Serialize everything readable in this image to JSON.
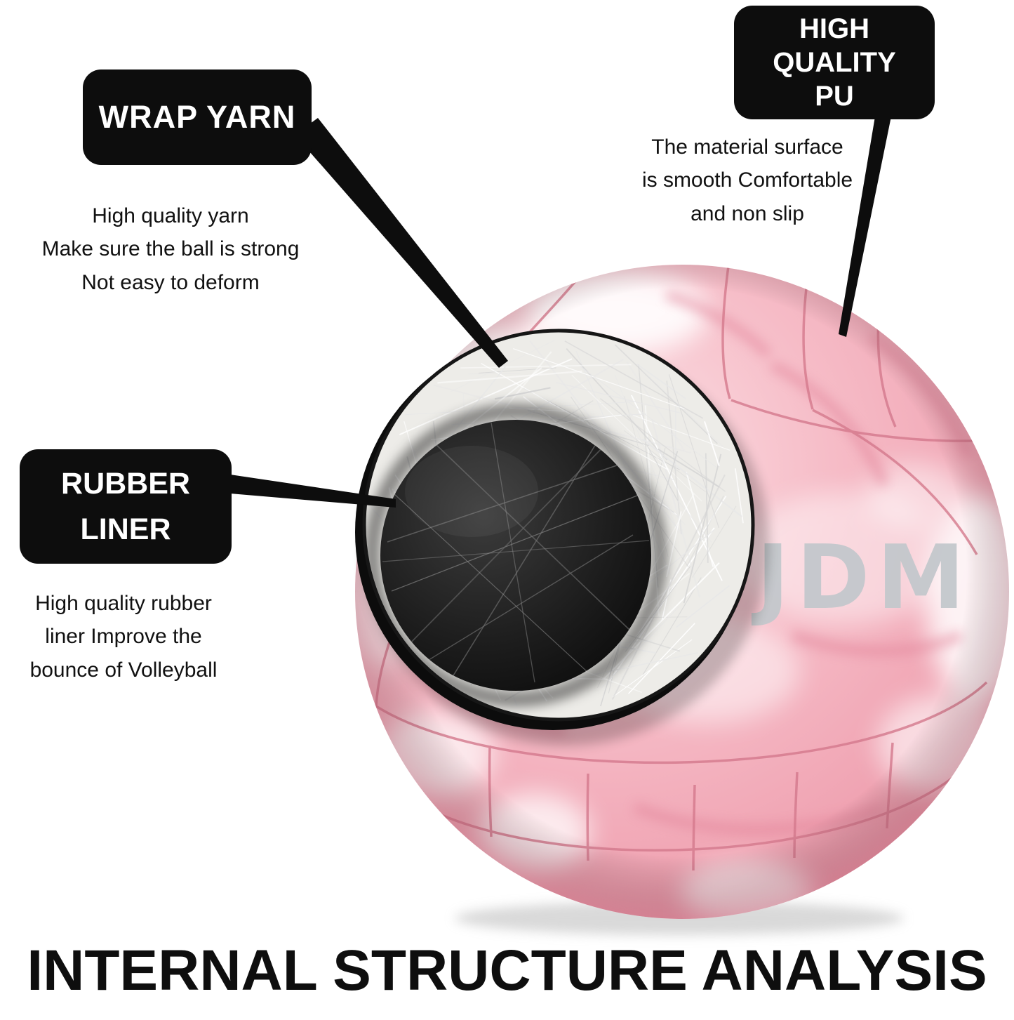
{
  "title": "INTERNAL STRUCTURE ANALYSIS",
  "ball": {
    "logo": "JDM",
    "colors": {
      "panel_pink": "#f4b6c2",
      "marble_white": "#ffffff",
      "liner_black": "#141414",
      "yarn_white": "#edece8",
      "seam_pink": "#d4798c"
    }
  },
  "badge_color": "#0d0d0d",
  "callouts": {
    "wrap_yarn": {
      "label": "WRAP YARN",
      "description_lines": [
        "High quality yarn",
        "Make sure the ball is strong",
        "Not easy to deform"
      ]
    },
    "high_quality_pu": {
      "label_lines": [
        "HIGH",
        "QUALITY",
        "PU"
      ],
      "description_lines": [
        "The material surface",
        "is smooth Comfortable",
        "and non slip"
      ]
    },
    "rubber_liner": {
      "label_lines": [
        "RUBBER",
        "LINER"
      ],
      "description_lines": [
        "High quality rubber",
        "liner Improve the",
        "bounce of Volleyball"
      ]
    }
  }
}
